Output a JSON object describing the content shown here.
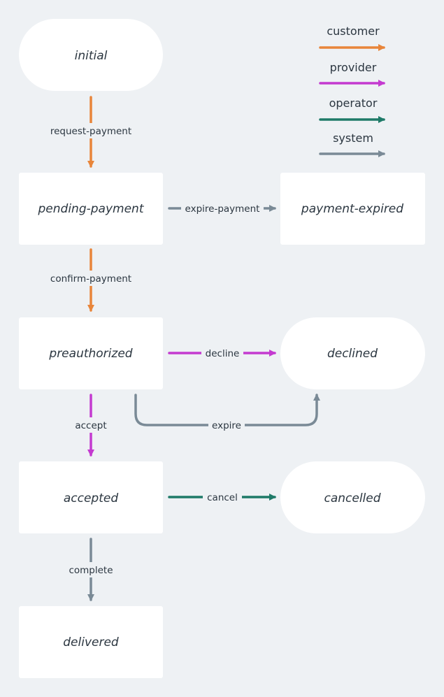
{
  "colors": {
    "customer": "#e8853a",
    "provider": "#c43ad0",
    "operator": "#1e7a68",
    "system": "#7a8a96",
    "node_fill": "#ffffff",
    "background": "#eef1f4",
    "text": "#2b3640"
  },
  "legend": [
    {
      "key": "customer",
      "label": "customer"
    },
    {
      "key": "provider",
      "label": "provider"
    },
    {
      "key": "operator",
      "label": "operator"
    },
    {
      "key": "system",
      "label": "system"
    }
  ],
  "states": {
    "initial": "initial",
    "pending_payment": "pending-payment",
    "payment_expired": "payment-expired",
    "preauthorized": "preauthorized",
    "declined": "declined",
    "accepted": "accepted",
    "cancelled": "cancelled",
    "delivered": "delivered"
  },
  "transitions": {
    "request_payment": "request-payment",
    "expire_payment": "expire-payment",
    "confirm_payment": "confirm-payment",
    "decline": "decline",
    "expire": "expire",
    "accept": "accept",
    "cancel": "cancel",
    "complete": "complete"
  }
}
